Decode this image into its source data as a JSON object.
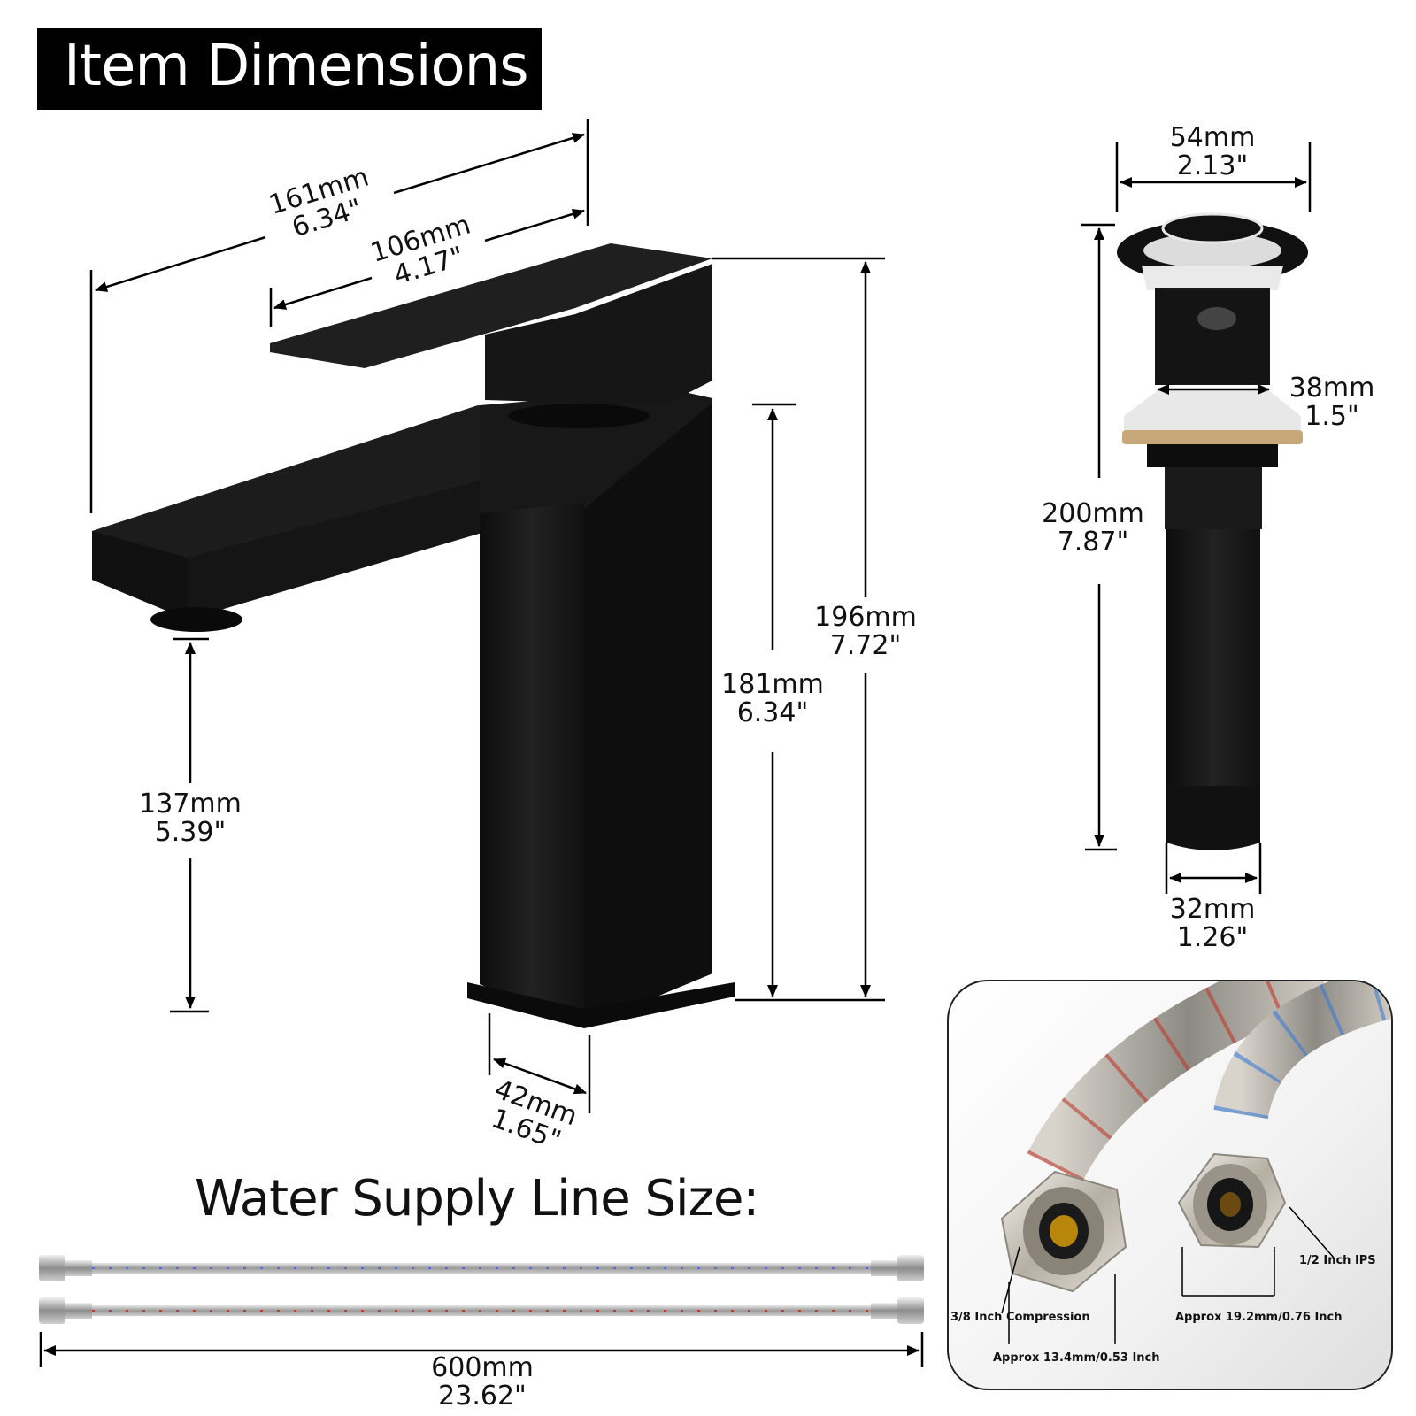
{
  "title": "Item Dimensions",
  "faucet": {
    "overall_length": {
      "mm": "161mm",
      "in": "6.34\""
    },
    "handle_length": {
      "mm": "106mm",
      "in": "4.17\""
    },
    "overall_height": {
      "mm": "196mm",
      "in": "7.72\""
    },
    "body_height": {
      "mm": "181mm",
      "in": "6.34\""
    },
    "spout_height": {
      "mm": "137mm",
      "in": "5.39\""
    },
    "base_width": {
      "mm": "42mm",
      "in": "1.65\""
    }
  },
  "drain": {
    "cap_diameter": {
      "mm": "54mm",
      "in": "2.13\""
    },
    "body_diameter": {
      "mm": "38mm",
      "in": "1.5\""
    },
    "height": {
      "mm": "200mm",
      "in": "7.87\""
    },
    "tail_diameter": {
      "mm": "32mm",
      "in": "1.26\""
    }
  },
  "supply": {
    "title": "Water Supply Line Size:",
    "length": {
      "mm": "600mm",
      "in": "23.62\""
    }
  },
  "detail": {
    "ips": "1/2 Inch IPS",
    "compression": "3/8 Inch Compression",
    "approx_large": "Approx 19.2mm/0.76 Inch",
    "approx_small": "Approx 13.4mm/0.53 Inch"
  },
  "colors": {
    "faucet": "#1b1b1b",
    "brass": "#c8a878",
    "red_mark": "#c0392b",
    "blue_mark": "#3a7bd5"
  }
}
